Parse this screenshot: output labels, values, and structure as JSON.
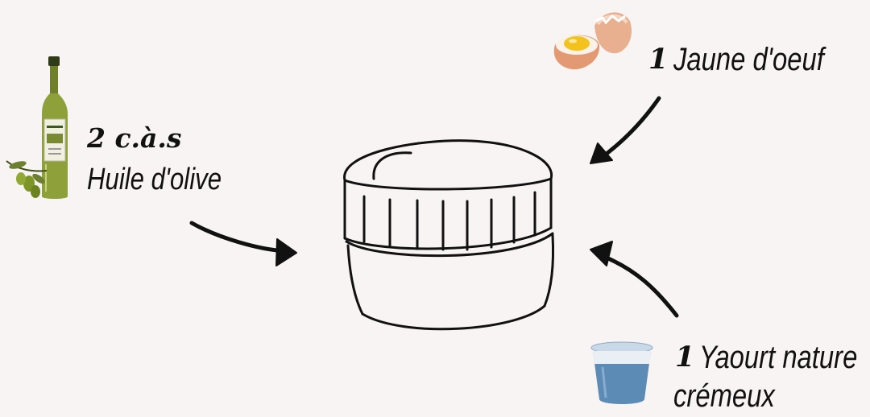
{
  "ingredients": {
    "olive_oil": {
      "quantity": "2 c.à.s",
      "name": "Huile d'olive",
      "icon": "olive-oil-bottle-icon"
    },
    "egg_yolk": {
      "quantity": "1",
      "name": "Jaune d'oeuf",
      "icon": "cracked-egg-icon"
    },
    "yogurt": {
      "quantity": "1",
      "name_line1": "Yaourt nature",
      "name_line2": "crémeux",
      "icon": "yogurt-cup-icon"
    }
  },
  "center": {
    "icon": "jar-sketch-icon"
  },
  "colors": {
    "background": "#f8f4f3",
    "ink": "#111111",
    "bottle_green": "#8ea03a",
    "yogurt_blue": "#5c8bb5",
    "egg_yolk": "#f3c21c"
  }
}
